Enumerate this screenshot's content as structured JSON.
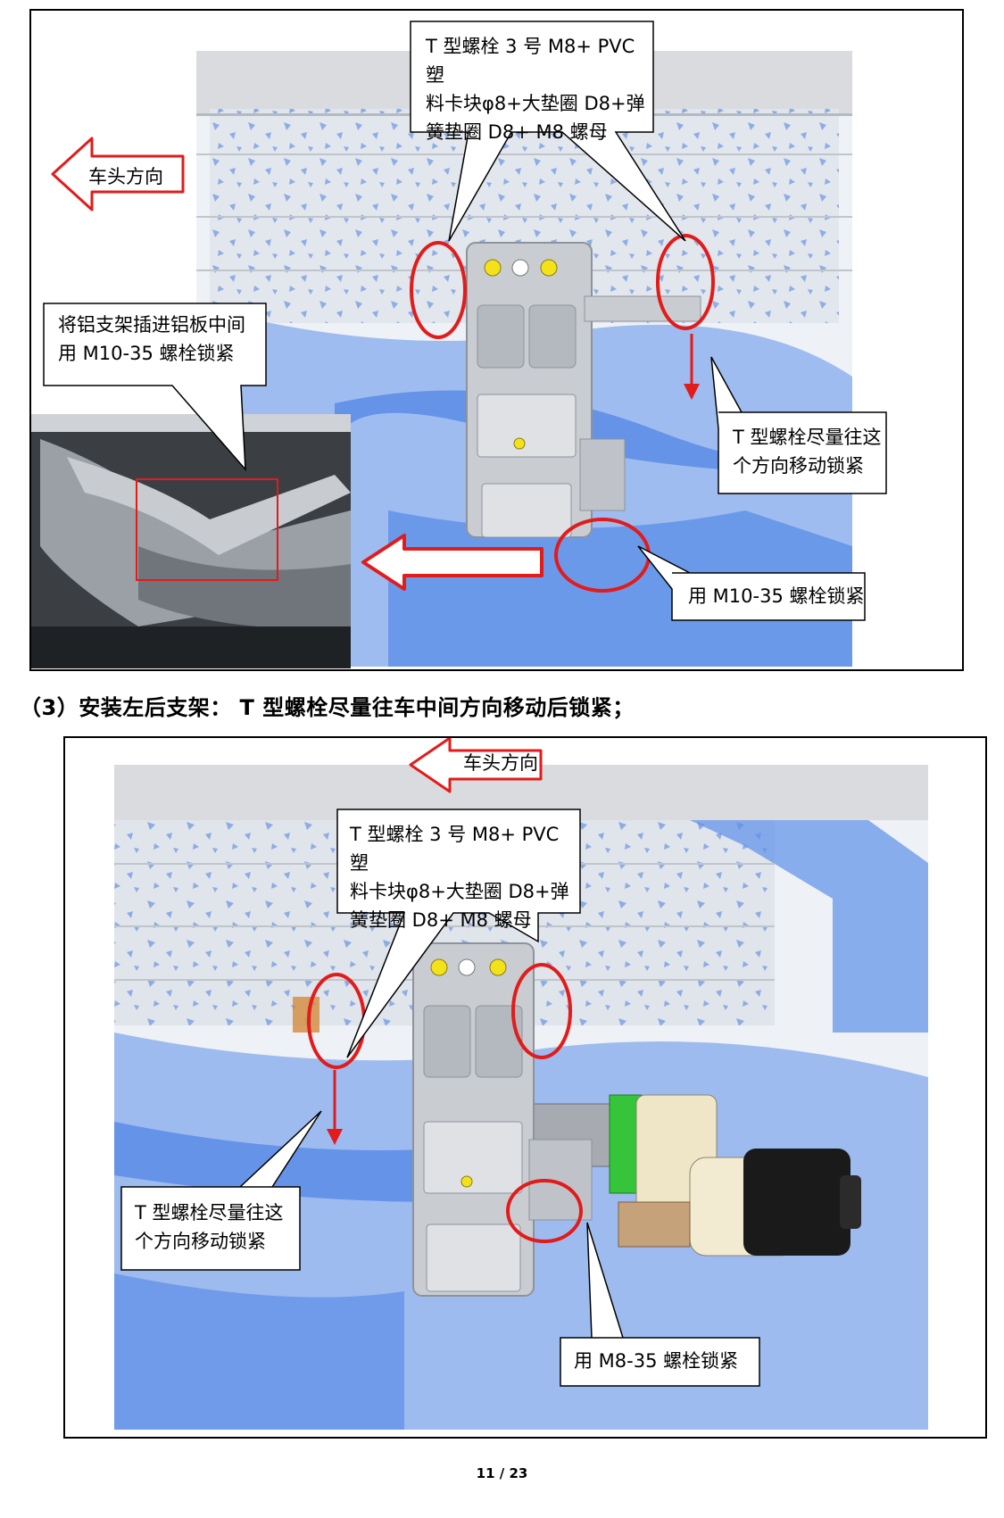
{
  "figure1": {
    "direction_label": "车头方向",
    "callout_bolt_parts": "T 型螺栓 3 号 M8+ PVC 塑\n料卡块φ8+大垫圈 D8+弹\n簧垫圈 D8+ M8 螺母",
    "callout_insert": "将铝支架插进铝板中间\n用 M10-35 螺栓锁紧",
    "callout_move": "T 型螺栓尽量往这\n个方向移动锁紧",
    "callout_lock": "用 M10-35 螺栓锁紧"
  },
  "heading": "（3）安装左后支架： T 型螺栓尽量往车中间方向移动后锁紧；",
  "figure2": {
    "direction_label": "车头方向",
    "callout_bolt_parts": "T 型螺栓 3 号 M8+ PVC 塑\n料卡块φ8+大垫圈 D8+弹\n簧垫圈 D8+ M8 螺母",
    "callout_move": "T  型螺栓尽量往这\n个方向移动锁紧",
    "callout_lock": "用 M8-35 螺栓锁紧"
  },
  "page_number": "11 / 23",
  "colors": {
    "highlight_red": "#e21b1b",
    "model_blue": "#4f86e6",
    "part_gray": "#c9ccd1"
  }
}
